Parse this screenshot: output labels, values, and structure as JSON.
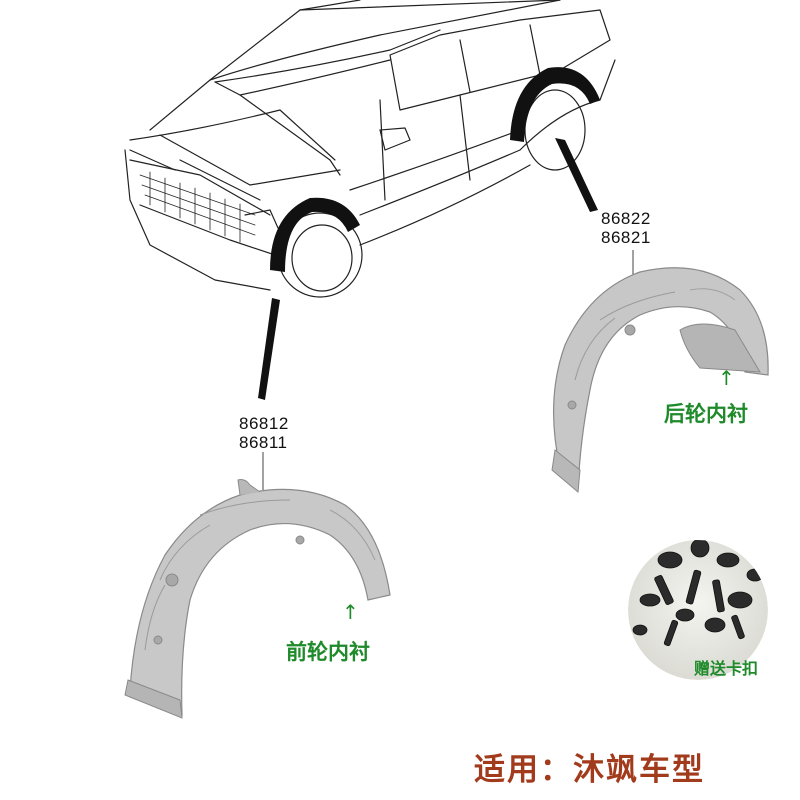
{
  "labels": {
    "front_part_numbers": [
      "86812",
      "86811"
    ],
    "rear_part_numbers": [
      "86822",
      "86821"
    ],
    "front_liner": "前轮内衬",
    "rear_liner": "后轮内衬",
    "clips": "赠送卡扣",
    "applicable_label": "适用：",
    "applicable_model": "沐飒车型",
    "arrow": "↑"
  },
  "colors": {
    "liner_fill": "#c9c9c9",
    "label_green": "#1f8a2a",
    "footer_red": "#a23a1c",
    "line_art": "#222222"
  }
}
